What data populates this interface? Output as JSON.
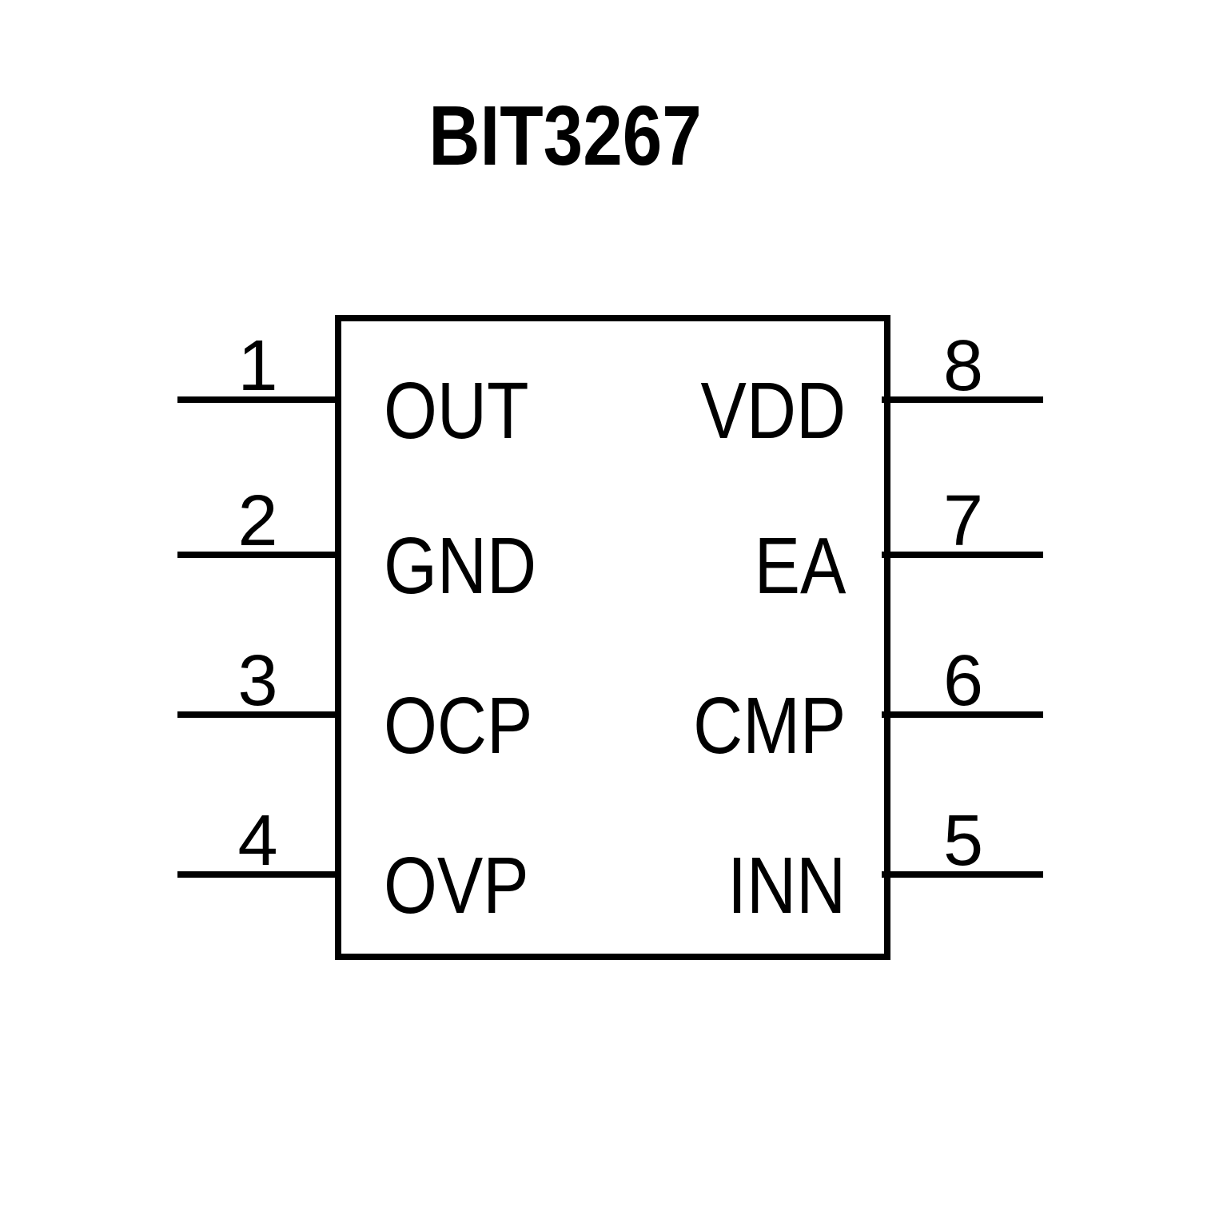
{
  "title": "BIT3267",
  "chip": {
    "left_pins": [
      {
        "number": "1",
        "label": "OUT"
      },
      {
        "number": "2",
        "label": "GND"
      },
      {
        "number": "3",
        "label": "OCP"
      },
      {
        "number": "4",
        "label": "OVP"
      }
    ],
    "right_pins": [
      {
        "number": "8",
        "label": "VDD"
      },
      {
        "number": "7",
        "label": "EA"
      },
      {
        "number": "6",
        "label": "CMP"
      },
      {
        "number": "5",
        "label": "INN"
      }
    ]
  },
  "colors": {
    "ink": "#000000",
    "background": "#ffffff"
  }
}
